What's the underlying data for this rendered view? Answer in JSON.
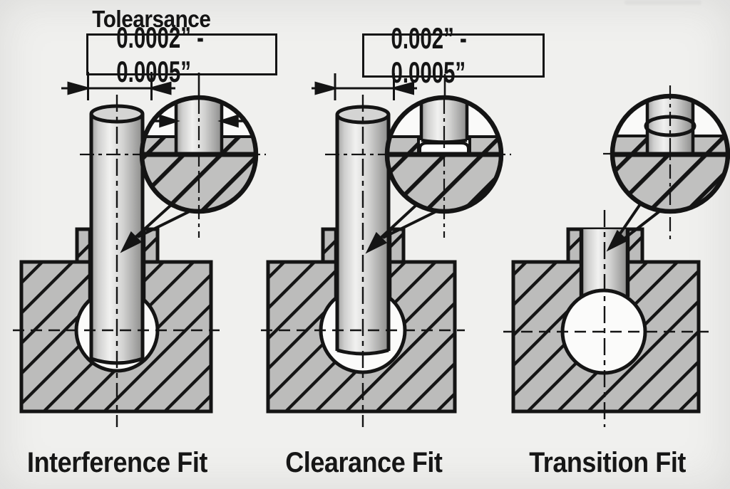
{
  "title": "Tolearsance",
  "diagrams": [
    {
      "id": "interference",
      "label": "Interference Fit",
      "tolerance": "0.0002” - 0.0005”"
    },
    {
      "id": "clearance",
      "label": "Clearance Fit",
      "tolerance": "0.002” - 0.0005”"
    },
    {
      "id": "transition",
      "label": "Transition Fit"
    }
  ],
  "colors": {
    "background": "#f0f0ee",
    "metal_fill": "#bcbcbb",
    "hatch_line": "#141414",
    "outline": "#141414",
    "pin_highlight": "#f1f1f0",
    "pin_shadow": "#8c8c8b",
    "cavity_white": "#fbfbfa"
  }
}
